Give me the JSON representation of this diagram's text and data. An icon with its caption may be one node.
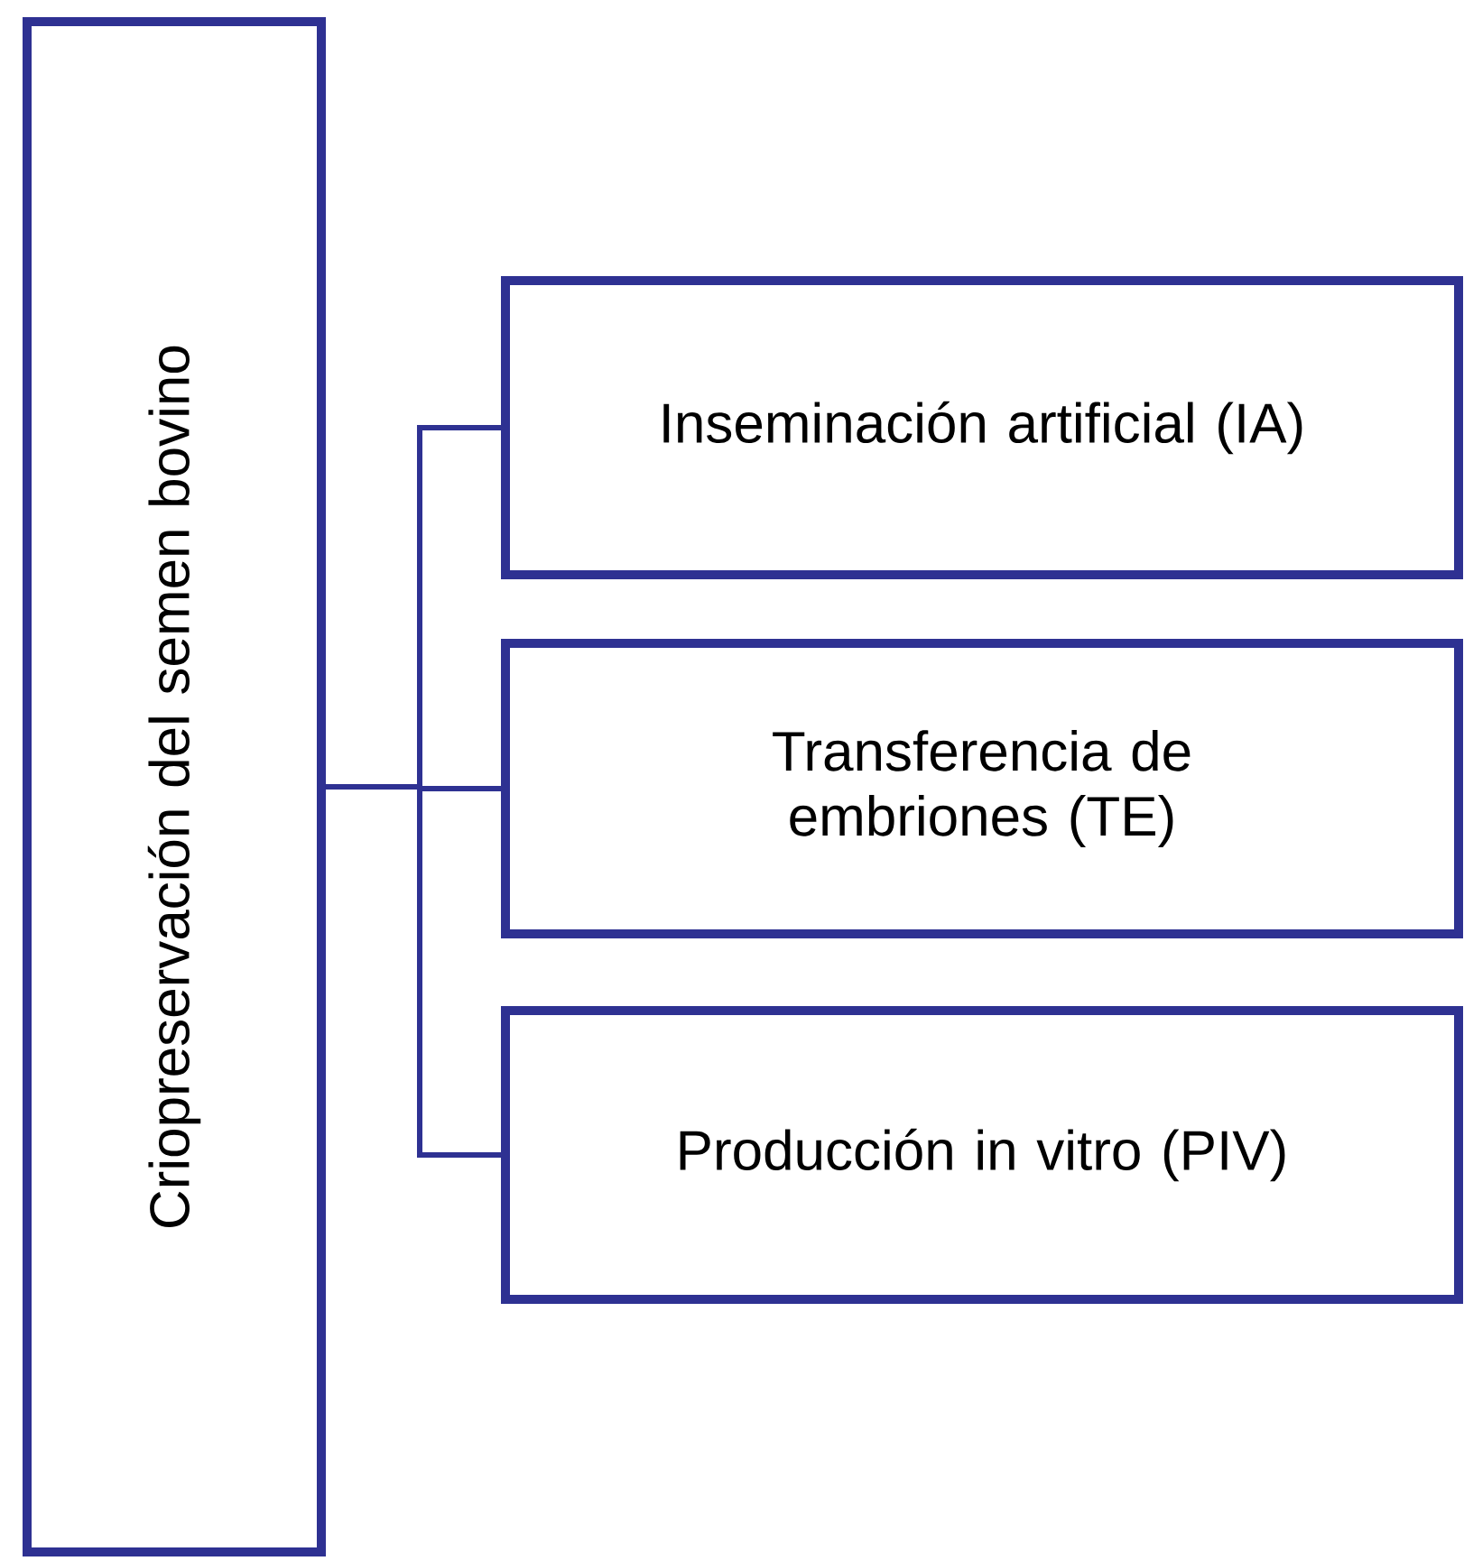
{
  "diagram": {
    "nodes": [
      {
        "text": [
          "Criopreservación del semen bovino"
        ]
      },
      {
        "text": [
          "Inseminación artificial (IA)"
        ]
      },
      {
        "text": [
          "Transferencia de embriones (TE)"
        ]
      },
      {
        "text": [
          "Producción in vitro (PIV)"
        ]
      }
    ],
    "edges": [
      {
        "from": 0,
        "to": 1,
        "arrow": "none"
      },
      {
        "from": 0,
        "to": 2,
        "arrow": "none"
      },
      {
        "from": 0,
        "to": 3,
        "arrow": "none"
      }
    ]
  }
}
